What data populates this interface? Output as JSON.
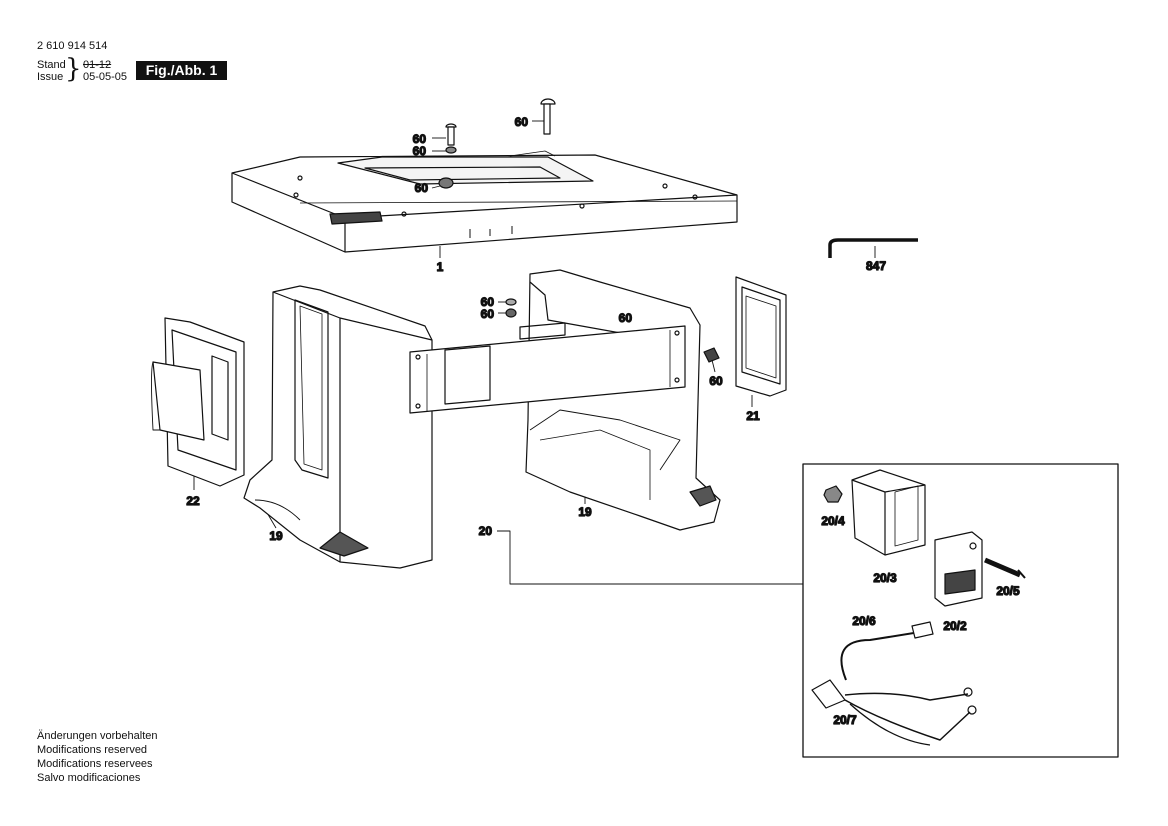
{
  "header": {
    "doc_number": "2 610 914 514",
    "stand_label": "Stand",
    "issue_label": "Issue",
    "stand_value": "01-12",
    "issue_value": "05-05-05",
    "figure": "Fig./Abb. 1"
  },
  "parts": {
    "p1": "1",
    "p60a": "60",
    "p60b": "60",
    "p60c": "60",
    "p60d": "60",
    "p60e": "60",
    "p60f": "60",
    "p60g": "60",
    "p60h": "60",
    "p847": "847",
    "p22": "22",
    "p19a": "19",
    "p19b": "19",
    "p21": "21",
    "p20": "20",
    "p20_4": "20/4",
    "p20_3": "20/3",
    "p20_5": "20/5",
    "p20_2": "20/2",
    "p20_6": "20/6",
    "p20_7": "20/7"
  },
  "footer": {
    "de": "Änderungen vorbehalten",
    "en": "Modifications reserved",
    "fr": "Modifications reservees",
    "es": "Salvo modificaciones"
  }
}
